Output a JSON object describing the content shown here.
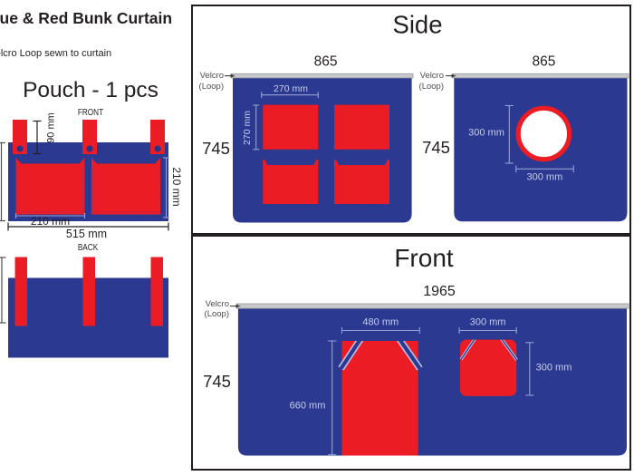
{
  "colors": {
    "ink": "#231f20",
    "blue": "#2b3990",
    "red": "#ec1c24",
    "strip": "#c7c8ca",
    "stripedge": "#97999c",
    "dimline": "#96a0d4",
    "dimtext": "#c6ccee",
    "graytext": "#4d4e50",
    "strapedge": "#b7bfe8"
  },
  "left_column": {
    "title": "Blue & Red Bunk Curtain",
    "subtitle": "Velcro Loop sewn to curtain",
    "pouch_heading": "Pouch - 1 pcs",
    "front_view_label": "FRONT",
    "back_view_label": "BACK",
    "dim_tab_height": "90 mm",
    "dim_pocket_width": "210 mm",
    "dim_pocket_height": "210 mm",
    "dim_total_width": "515 mm"
  },
  "side_panel": {
    "title": "Side",
    "left_curtain": {
      "width_label": "865",
      "height_label": "745",
      "velcro_line1": "Velcro",
      "velcro_line2": "(Loop)",
      "dim_square_width": "270 mm",
      "dim_square_height": "270 mm"
    },
    "right_curtain": {
      "width_label": "865",
      "height_label": "745",
      "velcro_line1": "Velcro",
      "velcro_line2": "(Loop)",
      "dim_circle_height": "300 mm",
      "dim_circle_width": "300 mm"
    }
  },
  "front_panel": {
    "title": "Front",
    "curtain": {
      "width_label": "1965",
      "height_label": "745",
      "velcro_line1": "Velcro",
      "velcro_line2": "(Loop)",
      "dim_door_width": "480 mm",
      "dim_door_height": "660 mm",
      "dim_window_width": "300 mm",
      "dim_window_height": "300 mm"
    }
  }
}
